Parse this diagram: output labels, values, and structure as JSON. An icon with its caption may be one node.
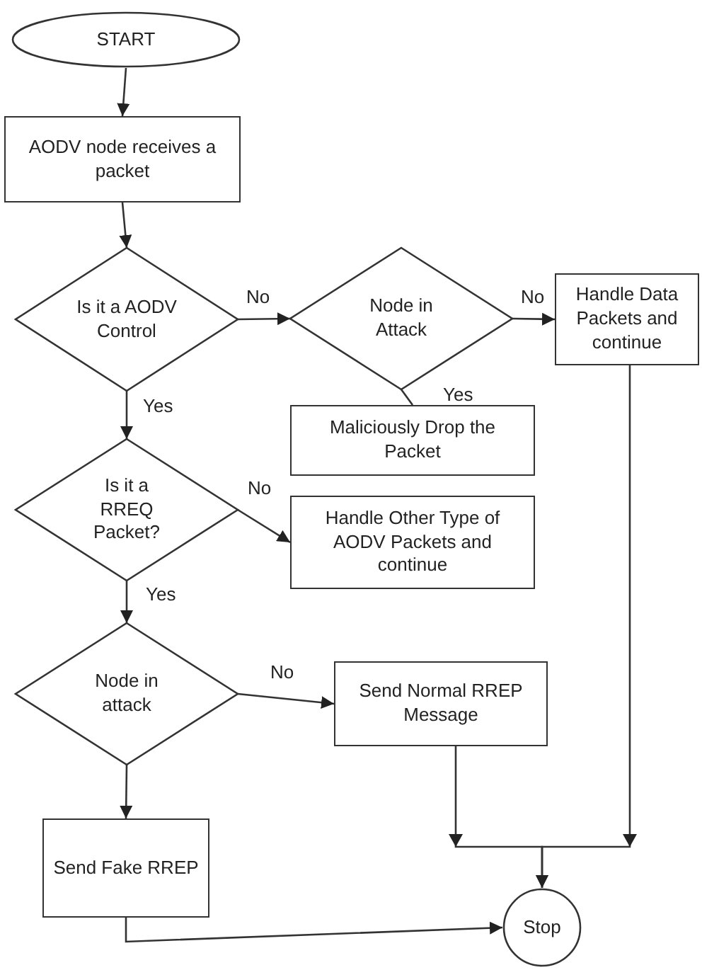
{
  "diagram": {
    "nodes": [
      {
        "text": [
          "START"
        ]
      },
      {
        "text": [
          "AODV node receives a packet"
        ]
      },
      {
        "text": [
          "Is it a AODV Control"
        ]
      },
      {
        "text": [
          "Node in Attack"
        ]
      },
      {
        "text": [
          "Handle Data Packets and continue"
        ]
      },
      {
        "text": [
          "Maliciously Drop the Packet"
        ]
      },
      {
        "text": [
          "Is it a RREQ Packet?"
        ]
      },
      {
        "text": [
          "Handle Other Type of AODV Packets and continue"
        ]
      },
      {
        "text": [
          "Node in attack"
        ]
      },
      {
        "text": [
          "Send Normal RREP Message"
        ]
      },
      {
        "text": [
          "Send Fake RREP"
        ]
      },
      {
        "text": [
          "Stop"
        ]
      }
    ],
    "edges": [
      {
        "from": 0,
        "to": 1,
        "arrow": "to"
      },
      {
        "from": 1,
        "to": 2,
        "arrow": "to"
      },
      {
        "from": 2,
        "to": 3,
        "arrow": "to",
        "label": "No"
      },
      {
        "from": 3,
        "to": 4,
        "arrow": "to",
        "label": "No"
      },
      {
        "from": 3,
        "to": 5,
        "arrow": "none",
        "label": "Yes"
      },
      {
        "from": 2,
        "to": 6,
        "arrow": "to",
        "label": "Yes"
      },
      {
        "from": 6,
        "to": 7,
        "arrow": "to",
        "label": "No"
      },
      {
        "from": 6,
        "to": 8,
        "arrow": "to",
        "label": "Yes"
      },
      {
        "from": 8,
        "to": 9,
        "arrow": "to",
        "label": "No"
      },
      {
        "from": 8,
        "to": 10,
        "arrow": "to"
      },
      {
        "from": 9,
        "to": 11,
        "arrow": "to"
      },
      {
        "from": 4,
        "to": 11,
        "arrow": "to"
      },
      {
        "from": 10,
        "to": 11,
        "arrow": "to"
      }
    ]
  }
}
